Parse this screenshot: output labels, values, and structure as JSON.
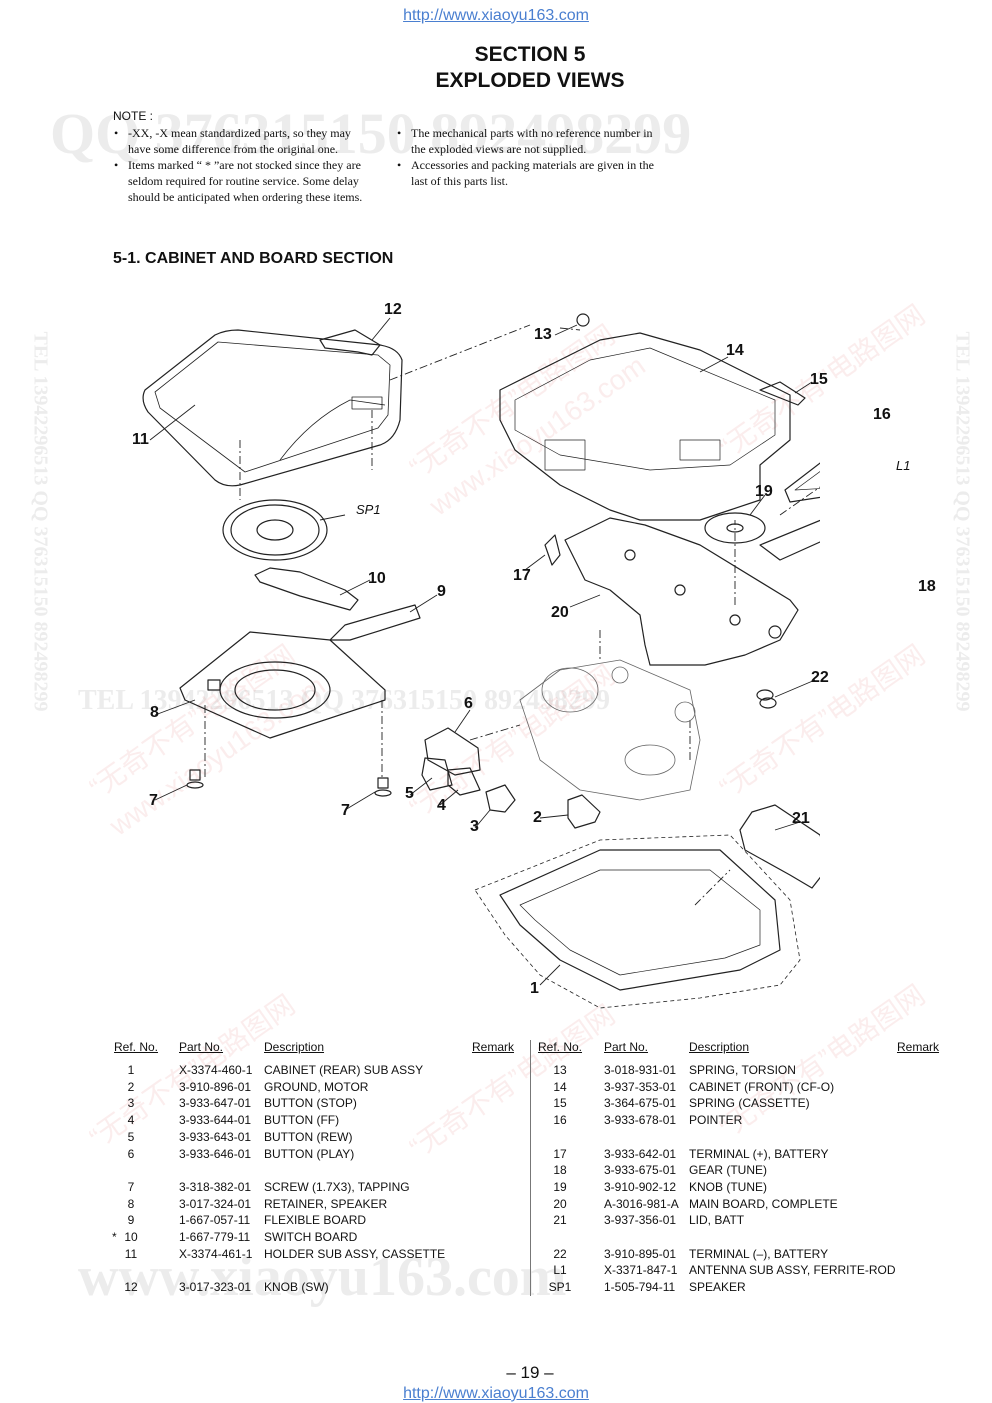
{
  "header": {
    "url_top": "http://www.xiaoyu163.com",
    "url_bottom": "http://www.xiaoyu163.com",
    "section": "SECTION 5",
    "title": "EXPLODED VIEWS"
  },
  "watermarks": {
    "qq_line": "QQ 376315150   892498299",
    "tel_side": "TEL 13942296513  QQ 376315150  892498299",
    "tel_mid": "TEL 13942296513   QQ 376315150   892498299",
    "site_bottom": "www.xiaoyu163.com",
    "cn_mark": "“无奇不有”电路图网",
    "cn_site": "www.xiaoyu163.com"
  },
  "note": {
    "heading": "NOTE :",
    "left": [
      "-XX,  -X mean standardized parts, so they may have some difference from the original one.",
      "Items marked “ * ”are not stocked since they are seldom required for routine service. Some delay should be anticipated when ordering these items."
    ],
    "right": [
      "The mechanical parts with no reference number in the exploded views are not supplied.",
      "Accessories and packing materials are given in the last of this parts list."
    ]
  },
  "section_heading": "5-1. CABINET AND BOARD SECTION",
  "callouts": {
    "c1": "1",
    "c2": "2",
    "c3": "3",
    "c4": "4",
    "c5": "5",
    "c6": "6",
    "c7a": "7",
    "c7b": "7",
    "c8": "8",
    "c9": "9",
    "c10": "10",
    "c11": "11",
    "c12": "12",
    "c13": "13",
    "c14": "14",
    "c15": "15",
    "c16": "16",
    "c17": "17",
    "c18": "18",
    "c19": "19",
    "c20": "20",
    "c21": "21",
    "c22": "22",
    "l1": "L1",
    "sp1": "SP1"
  },
  "parts_table": {
    "columns": {
      "ref": "Ref. No.",
      "part": "Part No.",
      "desc": "Description",
      "remark": "Remark"
    },
    "left": [
      {
        "mark": "",
        "ref": "1",
        "part": "X-3374-460-1",
        "desc": "CABINET (REAR) SUB ASSY"
      },
      {
        "mark": "",
        "ref": "2",
        "part": "3-910-896-01",
        "desc": "GROUND, MOTOR"
      },
      {
        "mark": "",
        "ref": "3",
        "part": "3-933-647-01",
        "desc": "BUTTON (STOP)"
      },
      {
        "mark": "",
        "ref": "4",
        "part": "3-933-644-01",
        "desc": "BUTTON (FF)"
      },
      {
        "mark": "",
        "ref": "5",
        "part": "3-933-643-01",
        "desc": "BUTTON (REW)"
      },
      {
        "mark": "",
        "ref": "6",
        "part": "3-933-646-01",
        "desc": "BUTTON (PLAY)"
      },
      {
        "mark": "",
        "ref": "",
        "part": "",
        "desc": ""
      },
      {
        "mark": "",
        "ref": "7",
        "part": "3-318-382-01",
        "desc": "SCREW (1.7X3), TAPPING"
      },
      {
        "mark": "",
        "ref": "8",
        "part": "3-017-324-01",
        "desc": "RETAINER, SPEAKER"
      },
      {
        "mark": "",
        "ref": "9",
        "part": "1-667-057-11",
        "desc": "FLEXIBLE BOARD"
      },
      {
        "mark": "*",
        "ref": "10",
        "part": "1-667-779-11",
        "desc": "SWITCH BOARD"
      },
      {
        "mark": "",
        "ref": "11",
        "part": "X-3374-461-1",
        "desc": "HOLDER SUB ASSY, CASSETTE"
      },
      {
        "mark": "",
        "ref": "",
        "part": "",
        "desc": ""
      },
      {
        "mark": "",
        "ref": "12",
        "part": "3-017-323-01",
        "desc": "KNOB (SW)"
      }
    ],
    "right": [
      {
        "mark": "",
        "ref": "13",
        "part": "3-018-931-01",
        "desc": "SPRING, TORSION"
      },
      {
        "mark": "",
        "ref": "14",
        "part": "3-937-353-01",
        "desc": "CABINET (FRONT) (CF-O)"
      },
      {
        "mark": "",
        "ref": "15",
        "part": "3-364-675-01",
        "desc": "SPRING (CASSETTE)"
      },
      {
        "mark": "",
        "ref": "16",
        "part": "3-933-678-01",
        "desc": "POINTER"
      },
      {
        "mark": "",
        "ref": "",
        "part": "",
        "desc": ""
      },
      {
        "mark": "",
        "ref": "17",
        "part": "3-933-642-01",
        "desc": "TERMINAL (+), BATTERY"
      },
      {
        "mark": "",
        "ref": "18",
        "part": "3-933-675-01",
        "desc": "GEAR (TUNE)"
      },
      {
        "mark": "",
        "ref": "19",
        "part": "3-910-902-12",
        "desc": "KNOB (TUNE)"
      },
      {
        "mark": "",
        "ref": "20",
        "part": "A-3016-981-A",
        "desc": "MAIN BOARD, COMPLETE"
      },
      {
        "mark": "",
        "ref": "21",
        "part": "3-937-356-01",
        "desc": "LID, BATT"
      },
      {
        "mark": "",
        "ref": "",
        "part": "",
        "desc": ""
      },
      {
        "mark": "",
        "ref": "22",
        "part": "3-910-895-01",
        "desc": "TERMINAL (–), BATTERY"
      },
      {
        "mark": "",
        "ref": "L1",
        "part": "X-3371-847-1",
        "desc": "ANTENNA SUB ASSY, FERRITE-ROD"
      },
      {
        "mark": "",
        "ref": "SP1",
        "part": "1-505-794-11",
        "desc": "SPEAKER"
      }
    ]
  },
  "page_number": "– 19 –"
}
